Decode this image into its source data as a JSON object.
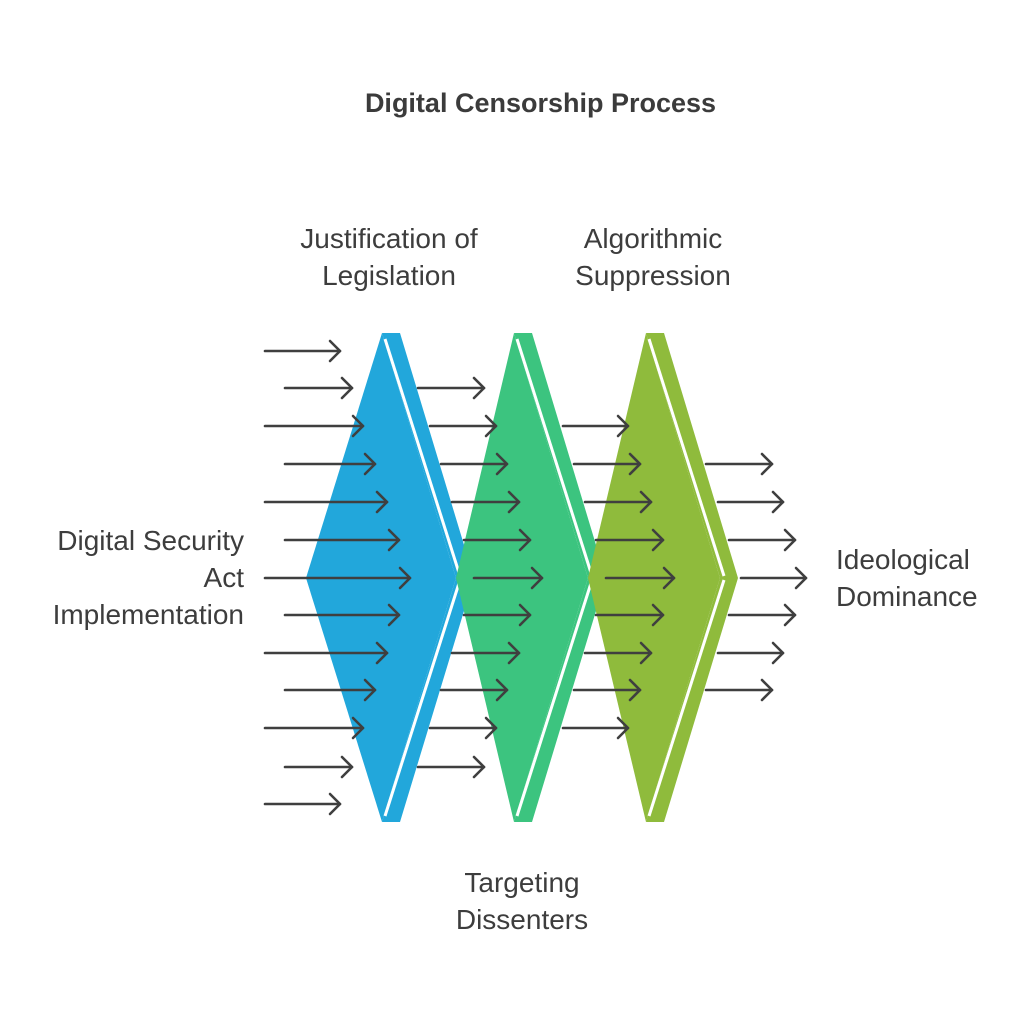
{
  "title": "Digital Censorship Process",
  "labels": {
    "justification": [
      "Justification of",
      "Legislation"
    ],
    "algorithmic": [
      "Algorithmic",
      "Suppression"
    ],
    "input": [
      "Digital Security",
      "Act",
      "Implementation"
    ],
    "output": [
      "Ideological",
      "Dominance"
    ],
    "targeting": [
      "Targeting",
      "Dissenters"
    ]
  },
  "colors": {
    "stage1": "#22a7db",
    "stage2": "#3cc47f",
    "stage3": "#8fbb3c",
    "arrow": "#3f3f3f",
    "text": "#3d3d3d"
  }
}
